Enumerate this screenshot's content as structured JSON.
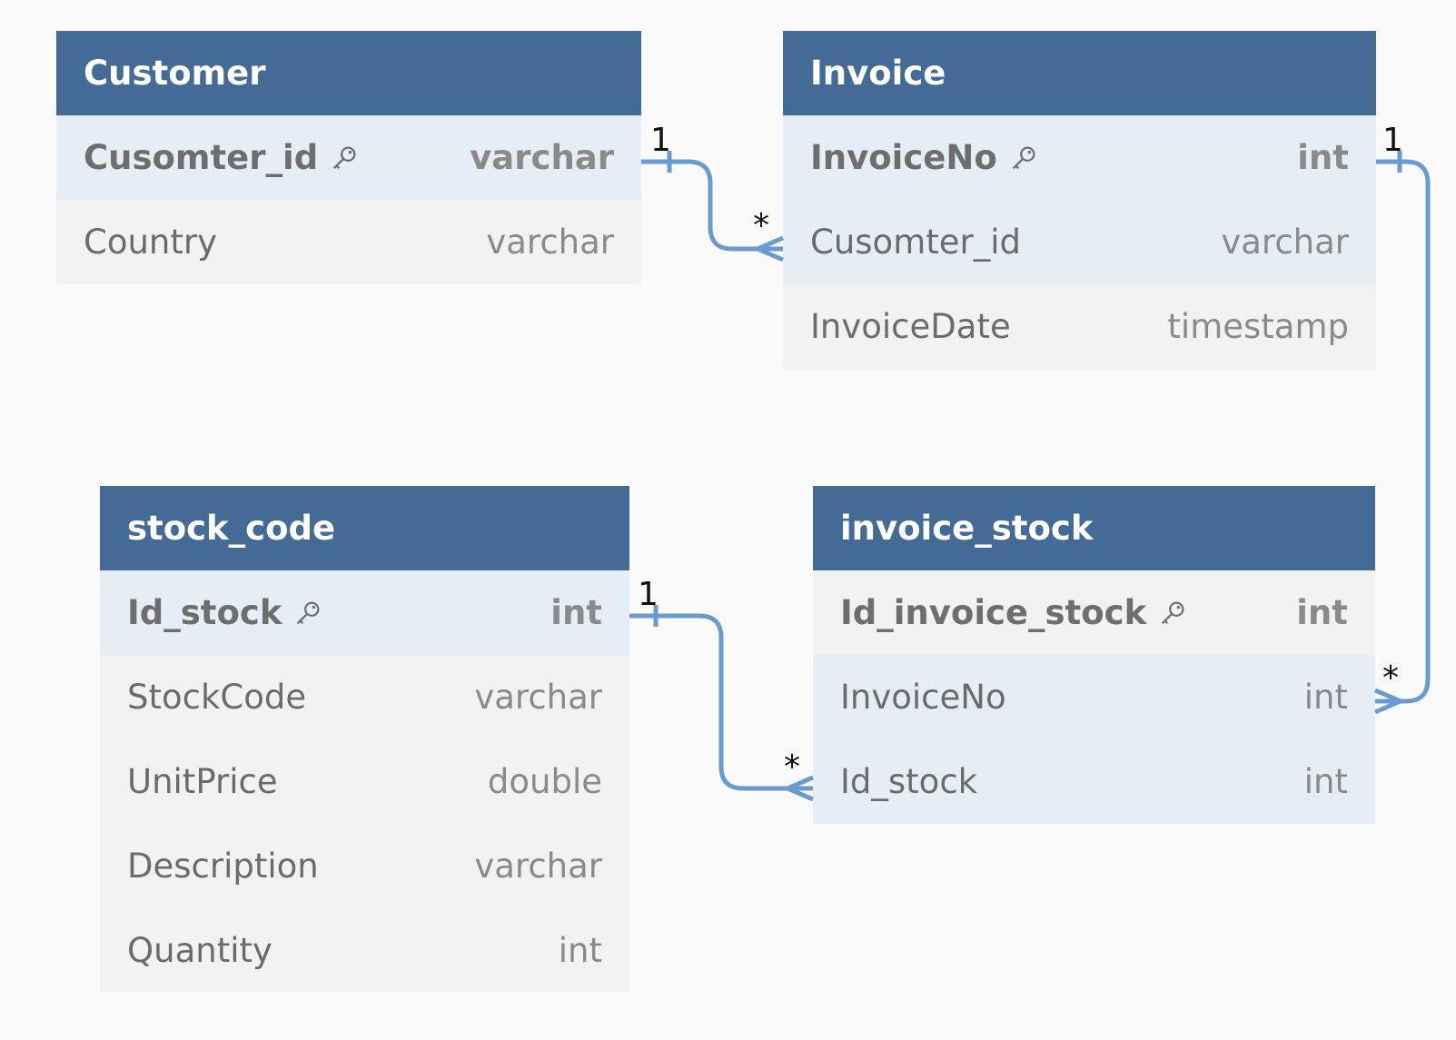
{
  "colors": {
    "header": "#446a96",
    "highlight_row": "#e6eef5",
    "plain_row": "#f2f2f2",
    "link": "#6a9bd0"
  },
  "tables": {
    "customer": {
      "title": "Customer",
      "rows": [
        {
          "name": "Cusomter_id",
          "type": "varchar",
          "pk": true
        },
        {
          "name": "Country",
          "type": "varchar",
          "pk": false
        }
      ]
    },
    "invoice": {
      "title": "Invoice",
      "rows": [
        {
          "name": "InvoiceNo",
          "type": "int",
          "pk": true
        },
        {
          "name": "Cusomter_id",
          "type": "varchar",
          "pk": false
        },
        {
          "name": "InvoiceDate",
          "type": "timestamp",
          "pk": false
        }
      ]
    },
    "stock_code": {
      "title": "stock_code",
      "rows": [
        {
          "name": "Id_stock",
          "type": "int",
          "pk": true
        },
        {
          "name": "StockCode",
          "type": "varchar",
          "pk": false
        },
        {
          "name": "UnitPrice",
          "type": "double",
          "pk": false
        },
        {
          "name": "Description",
          "type": "varchar",
          "pk": false
        },
        {
          "name": "Quantity",
          "type": "int",
          "pk": false
        }
      ]
    },
    "invoice_stock": {
      "title": "invoice_stock",
      "rows": [
        {
          "name": "Id_invoice_stock",
          "type": "int",
          "pk": true
        },
        {
          "name": "InvoiceNo",
          "type": "int",
          "pk": false
        },
        {
          "name": "Id_stock",
          "type": "int",
          "pk": false
        }
      ]
    }
  },
  "relationships": [
    {
      "from": "Customer.Cusomter_id",
      "to": "Invoice.Cusomter_id",
      "from_card": "1",
      "to_card": "*"
    },
    {
      "from": "Invoice.InvoiceNo",
      "to": "invoice_stock.InvoiceNo",
      "from_card": "1",
      "to_card": "*"
    },
    {
      "from": "stock_code.Id_stock",
      "to": "invoice_stock.Id_stock",
      "from_card": "1",
      "to_card": "*"
    }
  ]
}
